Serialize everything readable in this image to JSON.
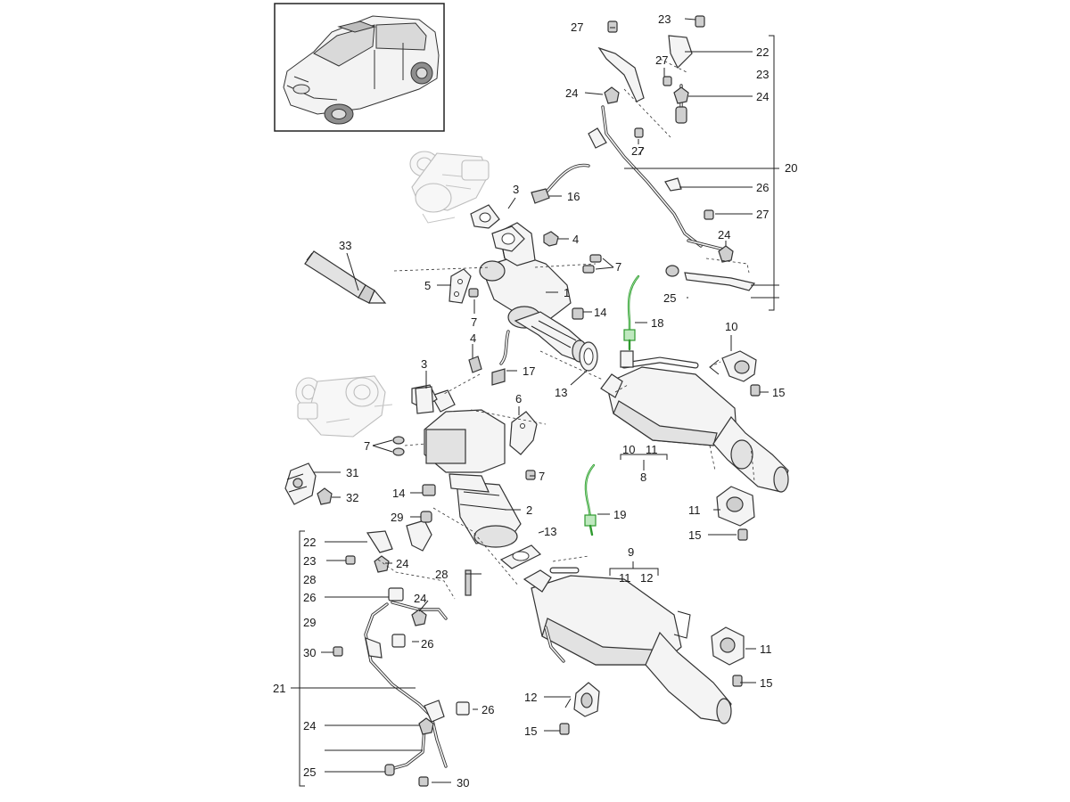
{
  "diagram": {
    "callouts": [
      {
        "id": "c27a",
        "text": "27"
      },
      {
        "id": "c23a",
        "text": "23"
      },
      {
        "id": "c22a",
        "text": "22"
      },
      {
        "id": "c23b",
        "text": "23"
      },
      {
        "id": "c27b",
        "text": "27"
      },
      {
        "id": "c24a",
        "text": "24"
      },
      {
        "id": "c24b",
        "text": "24"
      },
      {
        "id": "c27c",
        "text": "27"
      },
      {
        "id": "c20",
        "text": "20"
      },
      {
        "id": "c26a",
        "text": "26"
      },
      {
        "id": "c27d",
        "text": "27"
      },
      {
        "id": "c24c",
        "text": "24"
      },
      {
        "id": "c25a",
        "text": "25"
      },
      {
        "id": "c3a",
        "text": "3"
      },
      {
        "id": "c16",
        "text": "16"
      },
      {
        "id": "c4a",
        "text": "4"
      },
      {
        "id": "c33",
        "text": "33"
      },
      {
        "id": "c7a",
        "text": "7"
      },
      {
        "id": "c5",
        "text": "5"
      },
      {
        "id": "c1",
        "text": "1"
      },
      {
        "id": "c7b",
        "text": "7"
      },
      {
        "id": "c14a",
        "text": "14"
      },
      {
        "id": "c18",
        "text": "18"
      },
      {
        "id": "c10a",
        "text": "10"
      },
      {
        "id": "c4b",
        "text": "4"
      },
      {
        "id": "c3b",
        "text": "3"
      },
      {
        "id": "c17",
        "text": "17"
      },
      {
        "id": "c13a",
        "text": "13"
      },
      {
        "id": "c15a",
        "text": "15"
      },
      {
        "id": "c6",
        "text": "6"
      },
      {
        "id": "c7c",
        "text": "7"
      },
      {
        "id": "c10b",
        "text": "10"
      },
      {
        "id": "c11a",
        "text": "11"
      },
      {
        "id": "c8",
        "text": "8"
      },
      {
        "id": "c7d",
        "text": "7"
      },
      {
        "id": "c31",
        "text": "31"
      },
      {
        "id": "c32",
        "text": "32"
      },
      {
        "id": "c14b",
        "text": "14"
      },
      {
        "id": "c2",
        "text": "2"
      },
      {
        "id": "c19",
        "text": "19"
      },
      {
        "id": "c11b",
        "text": "11"
      },
      {
        "id": "c29a",
        "text": "29"
      },
      {
        "id": "c15b",
        "text": "15"
      },
      {
        "id": "c13b",
        "text": "13"
      },
      {
        "id": "c22b",
        "text": "22"
      },
      {
        "id": "c9",
        "text": "9"
      },
      {
        "id": "c23c",
        "text": "23"
      },
      {
        "id": "c24d",
        "text": "24"
      },
      {
        "id": "c11c",
        "text": "11"
      },
      {
        "id": "c12a",
        "text": "12"
      },
      {
        "id": "c28a",
        "text": "28"
      },
      {
        "id": "c28b",
        "text": "28"
      },
      {
        "id": "c26b",
        "text": "26"
      },
      {
        "id": "c24e",
        "text": "24"
      },
      {
        "id": "c29b",
        "text": "29"
      },
      {
        "id": "c26c",
        "text": "26"
      },
      {
        "id": "c30a",
        "text": "30"
      },
      {
        "id": "c11d",
        "text": "11"
      },
      {
        "id": "c15c",
        "text": "15"
      },
      {
        "id": "c21",
        "text": "21"
      },
      {
        "id": "c12b",
        "text": "12"
      },
      {
        "id": "c26d",
        "text": "26"
      },
      {
        "id": "c24f",
        "text": "24"
      },
      {
        "id": "c15d",
        "text": "15"
      },
      {
        "id": "c25b",
        "text": "25"
      },
      {
        "id": "c30b",
        "text": "30"
      }
    ]
  },
  "colors": {
    "line": "#222222",
    "highlight": "#2f9a2f",
    "ghost": "#bdbdbd"
  }
}
